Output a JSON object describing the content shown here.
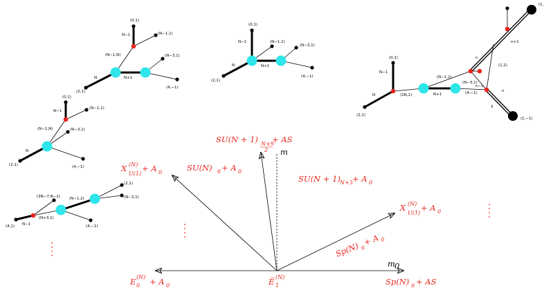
{
  "colors": {
    "brane_node": "#2ee6ea",
    "red_node": "#e8261f",
    "black": "#000000",
    "label_red": "#e8261f"
  },
  "web1": {
    "labels": [
      "(0,1)",
      "N−1",
      "(N−1,1)",
      "(N−1,N)",
      "(N−3,1)",
      "N",
      "N+1",
      "(2,1)",
      "(4,−1)"
    ]
  },
  "web2": {
    "labels": [
      "(0,1)",
      "N−1",
      "(N−1,1)",
      "(N−1,N)",
      "(N−3,1)",
      "N",
      "(2,1)",
      "(4,−1)"
    ]
  },
  "web3": {
    "labels": [
      "(2,1)",
      "(3N−7,N−2)",
      "(N−1,2)",
      "(N−3,1)",
      "(N+3,1)",
      "N−1",
      "(4,1)",
      "(4,−1)"
    ]
  },
  "web4": {
    "labels": [
      "(0,1)",
      "N−1",
      "(N−1,1)",
      "(N−3,1)",
      "N",
      "N+1",
      "(2,1)",
      "(4,−1)"
    ]
  },
  "web5": {
    "labels": [
      "(1,",
      "n+1",
      "(1,2)",
      "n",
      "(0,1)",
      "N−1",
      "(N−1,1)",
      "(N−3,1)",
      "(2N,1)",
      "N+1",
      "N",
      "(4,−1)",
      "n−1",
      "n",
      "3",
      "(1,−1)",
      "(2,1)"
    ]
  },
  "fan": {
    "top_main": "SU(N + 1)",
    "top_sub": "N+9",
    "top_sub_den": "2",
    "top_tail": " + AS",
    "m_label": "m",
    "m0_label": "m",
    "m0_sub": "0",
    "su6_main": "SU(N)",
    "su6_sub": "6",
    "su6_tail": " + A",
    "su6_a_sub": "0",
    "x_left_main": "X",
    "x_left_sup": "(N)",
    "x_left_sub": "U(1)",
    "x_left_tail": " + A",
    "x_left_a_sub": "0",
    "sun3_main": "SU(N + 1)",
    "sun3_sub": "N+3",
    "sun3_tail": " + A",
    "sun3_a_sub": "0",
    "x_right_main": "X",
    "x_right_sup": "(N)",
    "x_right_sub": "U(1)",
    "x_right_tail": " + A",
    "x_right_a_sub": "0",
    "sp_mid_main": "Sp(N)",
    "sp_mid_sub": "π",
    "sp_mid_tail": " + A",
    "sp_mid_a_sub": "0",
    "e_main": "E",
    "e_sup": "(N)",
    "e_sub": "0",
    "e_tail": " + A",
    "e_a_sub": "0",
    "origin_main": "Ẽ",
    "origin_sup": "(N)",
    "origin_sub": "1",
    "sp_bottom_main": "Sp(N)",
    "sp_bottom_sub": "π",
    "sp_bottom_tail": " + AS"
  }
}
